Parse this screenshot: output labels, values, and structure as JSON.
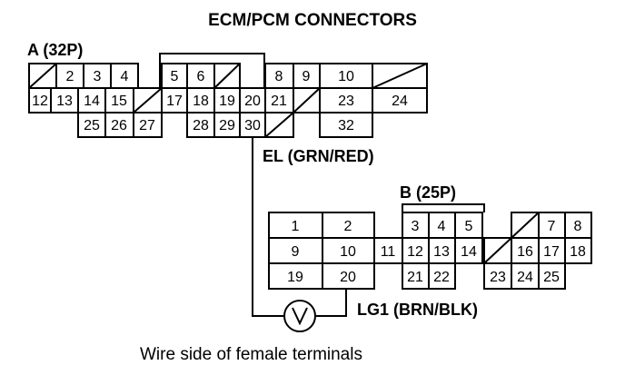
{
  "diagram": {
    "title": "ECM/PCM CONNECTORS",
    "caption": "Wire side of female terminals",
    "connector_a": {
      "label": "A (32P)",
      "terminals": [
        "2",
        "3",
        "4",
        "5",
        "6",
        "8",
        "9",
        "10",
        "12",
        "13",
        "14",
        "15",
        "17",
        "18",
        "19",
        "20",
        "21",
        "23",
        "24",
        "25",
        "26",
        "27",
        "28",
        "29",
        "30",
        "32"
      ]
    },
    "connector_b": {
      "label": "B (25P)",
      "terminals": [
        "1",
        "2",
        "3",
        "4",
        "5",
        "7",
        "8",
        "9",
        "10",
        "11",
        "12",
        "13",
        "14",
        "16",
        "17",
        "18",
        "19",
        "20",
        "21",
        "22",
        "23",
        "24",
        "25"
      ]
    },
    "wires": {
      "el": "EL (GRN/RED)",
      "lg1": "LG1 (BRN/BLK)"
    },
    "meter": {
      "symbol": "V"
    }
  }
}
